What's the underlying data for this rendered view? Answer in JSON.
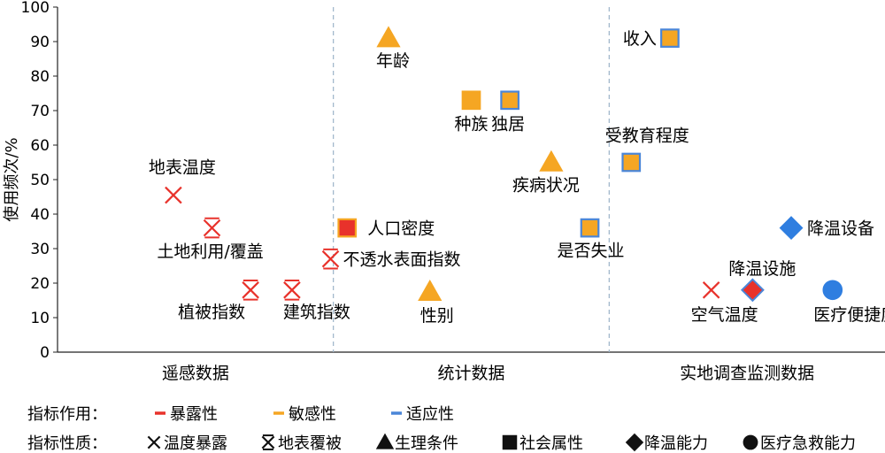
{
  "chart_data": {
    "type": "scatter",
    "title": "",
    "ylabel": "使用频次/%",
    "ylim": [
      0,
      100
    ],
    "yticks": [
      0,
      10,
      20,
      30,
      40,
      50,
      60,
      70,
      80,
      90,
      100
    ],
    "grid": false,
    "x_categories": [
      "遥感数据",
      "统计数据",
      "实地调查监测数据"
    ],
    "points": [
      {
        "label": "地表温度",
        "group": "遥感数据",
        "x": 0.42,
        "y": 45.5,
        "shape": "x",
        "fill": "#e8322b",
        "stroke": "#e8322b"
      },
      {
        "label": "土地利用/覆盖",
        "group": "遥感数据",
        "x": 0.56,
        "y": 36,
        "shape": "asterisk",
        "fill": "#e8322b",
        "stroke": "#e8322b"
      },
      {
        "label": "植被指数",
        "group": "遥感数据",
        "x": 0.7,
        "y": 18,
        "shape": "asterisk",
        "fill": "#e8322b",
        "stroke": "#e8322b"
      },
      {
        "label": "建筑指数",
        "group": "遥感数据",
        "x": 0.85,
        "y": 18,
        "shape": "asterisk",
        "fill": "#e8322b",
        "stroke": "#e8322b"
      },
      {
        "label": "不透水表面指数",
        "group": "遥感数据",
        "x": 0.99,
        "y": 27,
        "shape": "asterisk",
        "fill": "#e8322b",
        "stroke": "#e8322b"
      },
      {
        "label": "人口密度",
        "group": "统计数据",
        "x": 1.05,
        "y": 36,
        "shape": "square",
        "fill": "#e8322b",
        "stroke": "#f5a623"
      },
      {
        "label": "年龄",
        "group": "统计数据",
        "x": 1.2,
        "y": 91,
        "shape": "triangle",
        "fill": "#f5a623",
        "stroke": "#f5a623"
      },
      {
        "label": "性别",
        "group": "统计数据",
        "x": 1.35,
        "y": 17.5,
        "shape": "triangle",
        "fill": "#f5a623",
        "stroke": "#f5a623"
      },
      {
        "label": "种族",
        "group": "统计数据",
        "x": 1.5,
        "y": 73,
        "shape": "square",
        "fill": "#f5a623",
        "stroke": "#f5a623"
      },
      {
        "label": "独居",
        "group": "统计数据",
        "x": 1.64,
        "y": 73,
        "shape": "square",
        "fill": "#f5a623",
        "stroke": "#4a86d8"
      },
      {
        "label": "疾病状况",
        "group": "统计数据",
        "x": 1.79,
        "y": 55,
        "shape": "triangle",
        "fill": "#f5a623",
        "stroke": "#f5a623"
      },
      {
        "label": "是否失业",
        "group": "统计数据",
        "x": 1.93,
        "y": 36,
        "shape": "square",
        "fill": "#f5a623",
        "stroke": "#4a86d8"
      },
      {
        "label": "受教育程度",
        "group": "统计数据",
        "x": 2.08,
        "y": 55,
        "shape": "square",
        "fill": "#f5a623",
        "stroke": "#4a86d8"
      },
      {
        "label": "收入",
        "group": "统计数据",
        "x": 2.22,
        "y": 91,
        "shape": "square",
        "fill": "#f5a623",
        "stroke": "#4a86d8"
      },
      {
        "label": "空气温度",
        "group": "实地调查监测数据",
        "x": 2.37,
        "y": 18,
        "shape": "x",
        "fill": "#e8322b",
        "stroke": "#e8322b"
      },
      {
        "label": "降温设施",
        "group": "实地调查监测数据",
        "x": 2.52,
        "y": 18,
        "shape": "diamond",
        "fill": "#e8322b",
        "stroke": "#4a86d8"
      },
      {
        "label": "降温设备",
        "group": "实地调查监测数据",
        "x": 2.66,
        "y": 36,
        "shape": "diamond",
        "fill": "#2f7ee0",
        "stroke": "#2f7ee0"
      },
      {
        "label": "医疗便捷度",
        "group": "实地调查监测数据",
        "x": 2.81,
        "y": 18,
        "shape": "circle",
        "fill": "#2f7ee0",
        "stroke": "#2f7ee0"
      }
    ],
    "legend_role": {
      "title": "指标作用：",
      "items": [
        {
          "name": "暴露性",
          "color": "#e8322b"
        },
        {
          "name": "敏感性",
          "color": "#f5a623"
        },
        {
          "name": "适应性",
          "color": "#4a86d8"
        }
      ]
    },
    "legend_nature": {
      "title": "指标性质：",
      "items": [
        {
          "name": "温度暴露",
          "shape": "x"
        },
        {
          "name": "地表覆被",
          "shape": "asterisk"
        },
        {
          "name": "生理条件",
          "shape": "triangle"
        },
        {
          "name": "社会属性",
          "shape": "square"
        },
        {
          "name": "降温能力",
          "shape": "diamond"
        },
        {
          "name": "医疗急救能力",
          "shape": "circle"
        }
      ]
    }
  }
}
